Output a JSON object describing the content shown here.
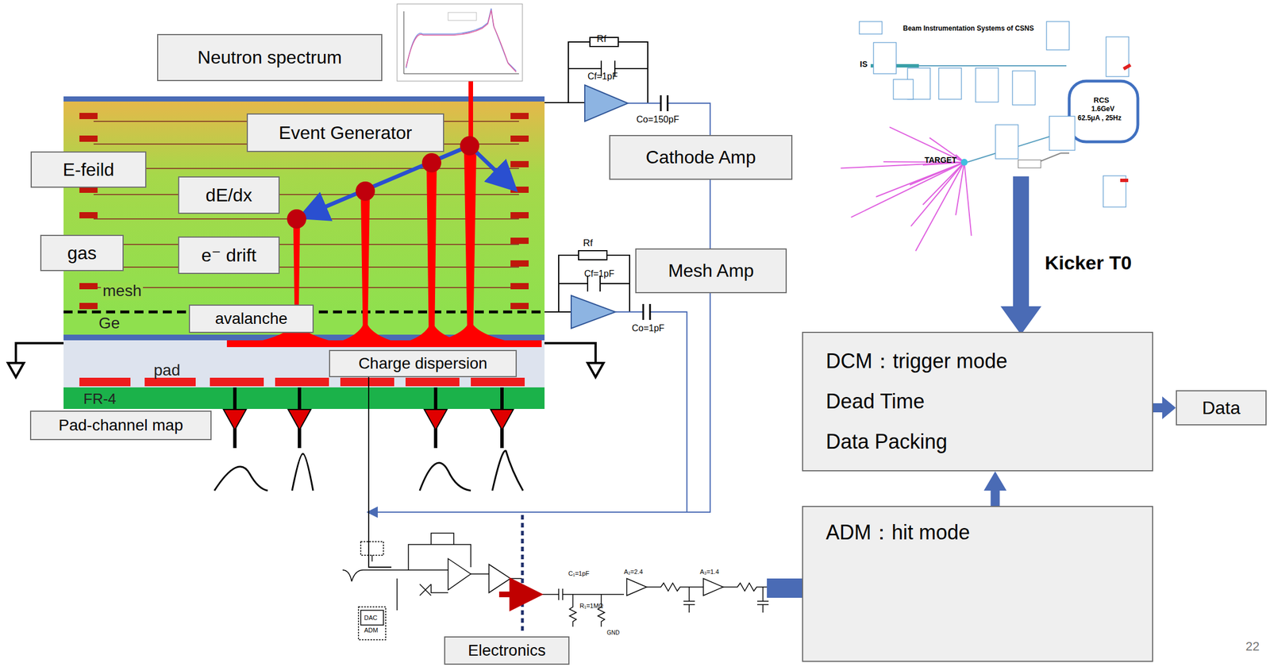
{
  "diagram": {
    "nodes": [
      {
        "text": [
          "Neutron spectrum"
        ]
      },
      {
        "text": [
          "Event Generator"
        ]
      },
      {
        "text": [
          "E-feild"
        ]
      },
      {
        "text": [
          "dE/dx"
        ]
      },
      {
        "text": [
          "gas"
        ]
      },
      {
        "text": [
          "e⁻ drift"
        ]
      },
      {
        "text": [
          "avalanche"
        ]
      },
      {
        "text": [
          "Charge dispersion"
        ]
      },
      {
        "text": [
          "Pad-channel map"
        ]
      },
      {
        "text": [
          "Cathode Amp"
        ]
      },
      {
        "text": [
          "Mesh Amp"
        ]
      },
      {
        "text": [
          "Electronics"
        ]
      },
      {
        "text": [
          "DCM：trigger mode",
          "Dead Time",
          "Data Packing"
        ]
      },
      {
        "text": [
          "ADM：hit mode"
        ]
      },
      {
        "text": [
          "Data"
        ]
      }
    ],
    "edges": [
      {
        "from": 13,
        "to": 12,
        "arrow": "to"
      },
      {
        "from": 12,
        "to": 14,
        "arrow": "to"
      }
    ],
    "labels": [
      "Rf",
      "Cf=1pF",
      "Co=150pF",
      "Rf",
      "Cf=1pF",
      "Co=1pF",
      "mesh",
      "Ge",
      "pad",
      "FR-4",
      "Kicker T0",
      "22",
      "Beam Instrumentation Systems of CSNS",
      "RCS",
      "1.6GeV",
      "62.5μA , 25Hz",
      "TARGET",
      "IS",
      "DAC",
      "ADM",
      "C₁=1pF",
      "R₁=1MΩ",
      "A₂=2.4",
      "A₃=1.4",
      "GND"
    ]
  }
}
